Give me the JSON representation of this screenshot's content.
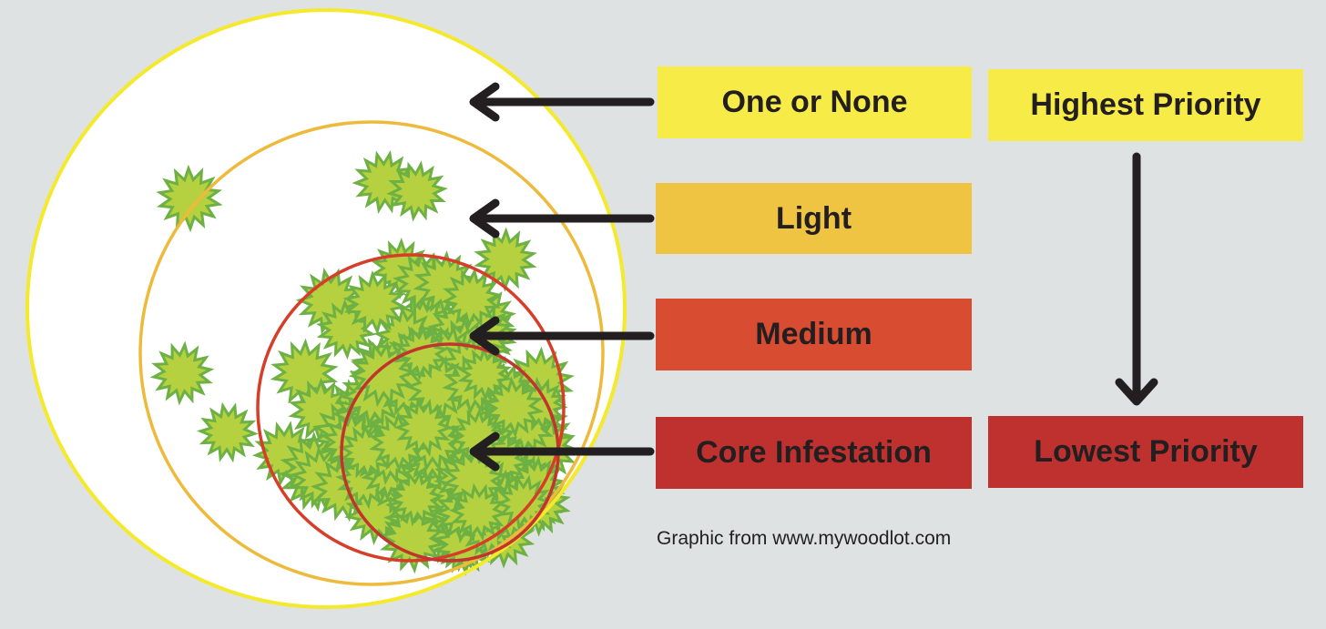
{
  "levels": [
    {
      "label": "One or None",
      "color": "#f7ec47",
      "ring_color": "#f5e92c"
    },
    {
      "label": "Light",
      "color": "#f0c443",
      "ring_color": "#eeba3c"
    },
    {
      "label": "Medium",
      "color": "#d84c31",
      "ring_color": "#d63e2a"
    },
    {
      "label": "Core Infestation",
      "color": "#bf312f",
      "ring_color": "#c1352f"
    }
  ],
  "priority": {
    "highest_label": "Highest Priority",
    "highest_color": "#f7ec47",
    "lowest_label": "Lowest Priority",
    "lowest_color": "#bf312f",
    "arrow_color": "#231f20"
  },
  "plant_colors": {
    "fill": "#b5d13f",
    "outline": "#6db043"
  },
  "credit": "Graphic from www.mywoodlot.com",
  "background_color": "#dfe2e3"
}
